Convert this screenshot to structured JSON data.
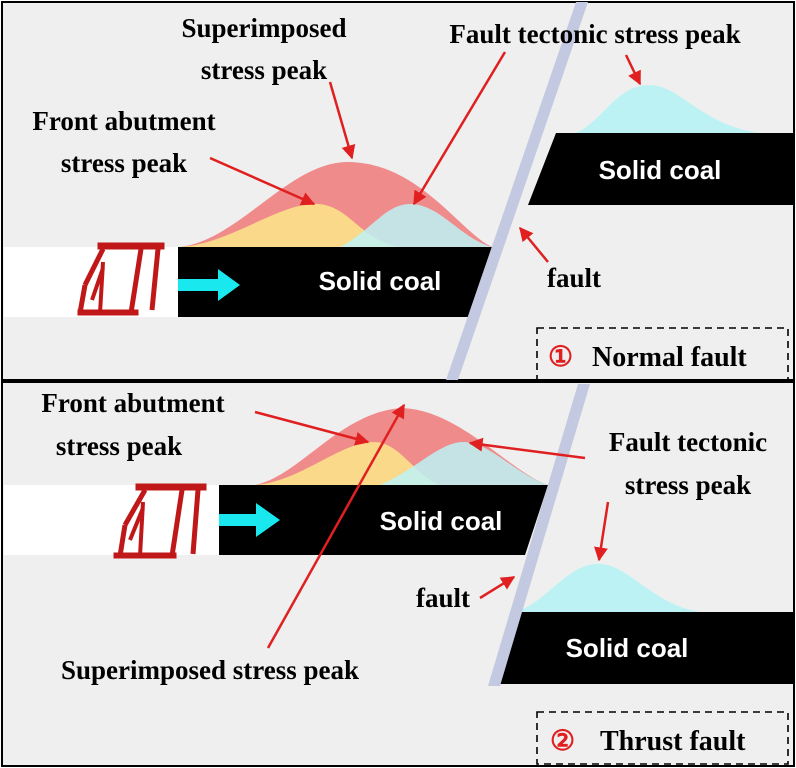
{
  "colors": {
    "panel_bg": "#efefef",
    "coal": "#000000",
    "fault_band": "#c3c9e0",
    "superimposed_fill": "#f08080",
    "front_fill": "#fbe28a",
    "tectonic_fill": "#bdf2f4",
    "arrow_red": "#e02020",
    "advance_arrow": "#19e8ee",
    "support": "#c01818"
  },
  "panels": [
    {
      "badge": "①",
      "caption": "Normal fault",
      "labels": {
        "superimposed_1": "Superimposed",
        "superimposed_2": "stress peak",
        "tectonic_1": "Fault tectonic stress peak",
        "front_1": "Front abutment",
        "front_2": "stress peak",
        "coal_left": "Solid coal",
        "coal_right": "Solid coal",
        "fault": "fault"
      }
    },
    {
      "badge": "②",
      "caption": "Thrust fault",
      "labels": {
        "front_1": "Front abutment",
        "front_2": "stress peak",
        "tectonic_1": "Fault tectonic",
        "tectonic_2": "stress peak",
        "coal_left": "Solid coal",
        "coal_right": "Solid coal",
        "fault": "fault",
        "superimposed_1": "Superimposed stress peak"
      }
    }
  ]
}
